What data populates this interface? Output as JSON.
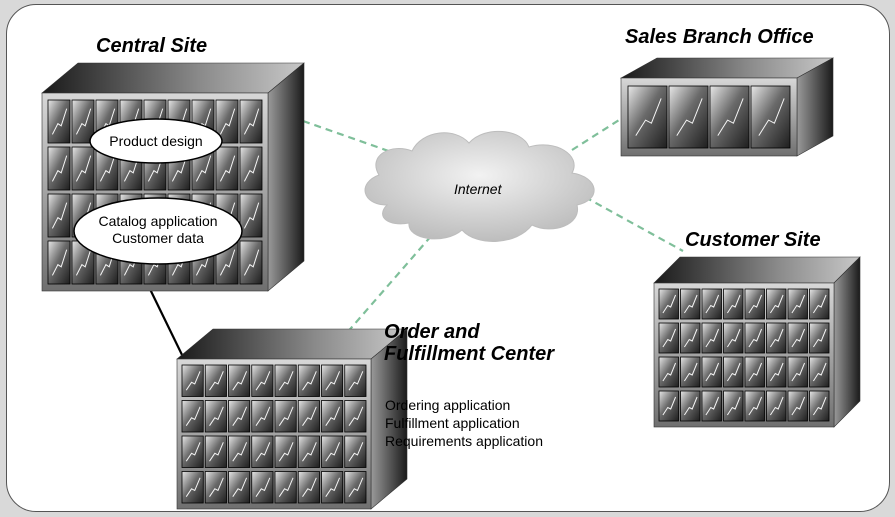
{
  "sites": {
    "central": {
      "title": "Central Site",
      "bubbles": [
        [
          "Product design"
        ],
        [
          "Catalog application",
          "Customer data"
        ]
      ]
    },
    "sales_branch": {
      "title": "Sales Branch Office"
    },
    "customer": {
      "title": "Customer Site"
    },
    "order_center": {
      "title_line1": "Order and",
      "title_line2": "Fulfillment Center",
      "applications": [
        "Ordering application",
        "Fulfillment application",
        "Requirements application"
      ]
    }
  },
  "network": {
    "label": "Internet"
  },
  "colors": {
    "link_dashed": "#7fbf9a",
    "link_solid": "#000000",
    "panel_dark": "#2a2a2a",
    "panel_light": "#f2f2f2",
    "cloud": "#d0d0d0",
    "background": "#d9d9d9"
  }
}
